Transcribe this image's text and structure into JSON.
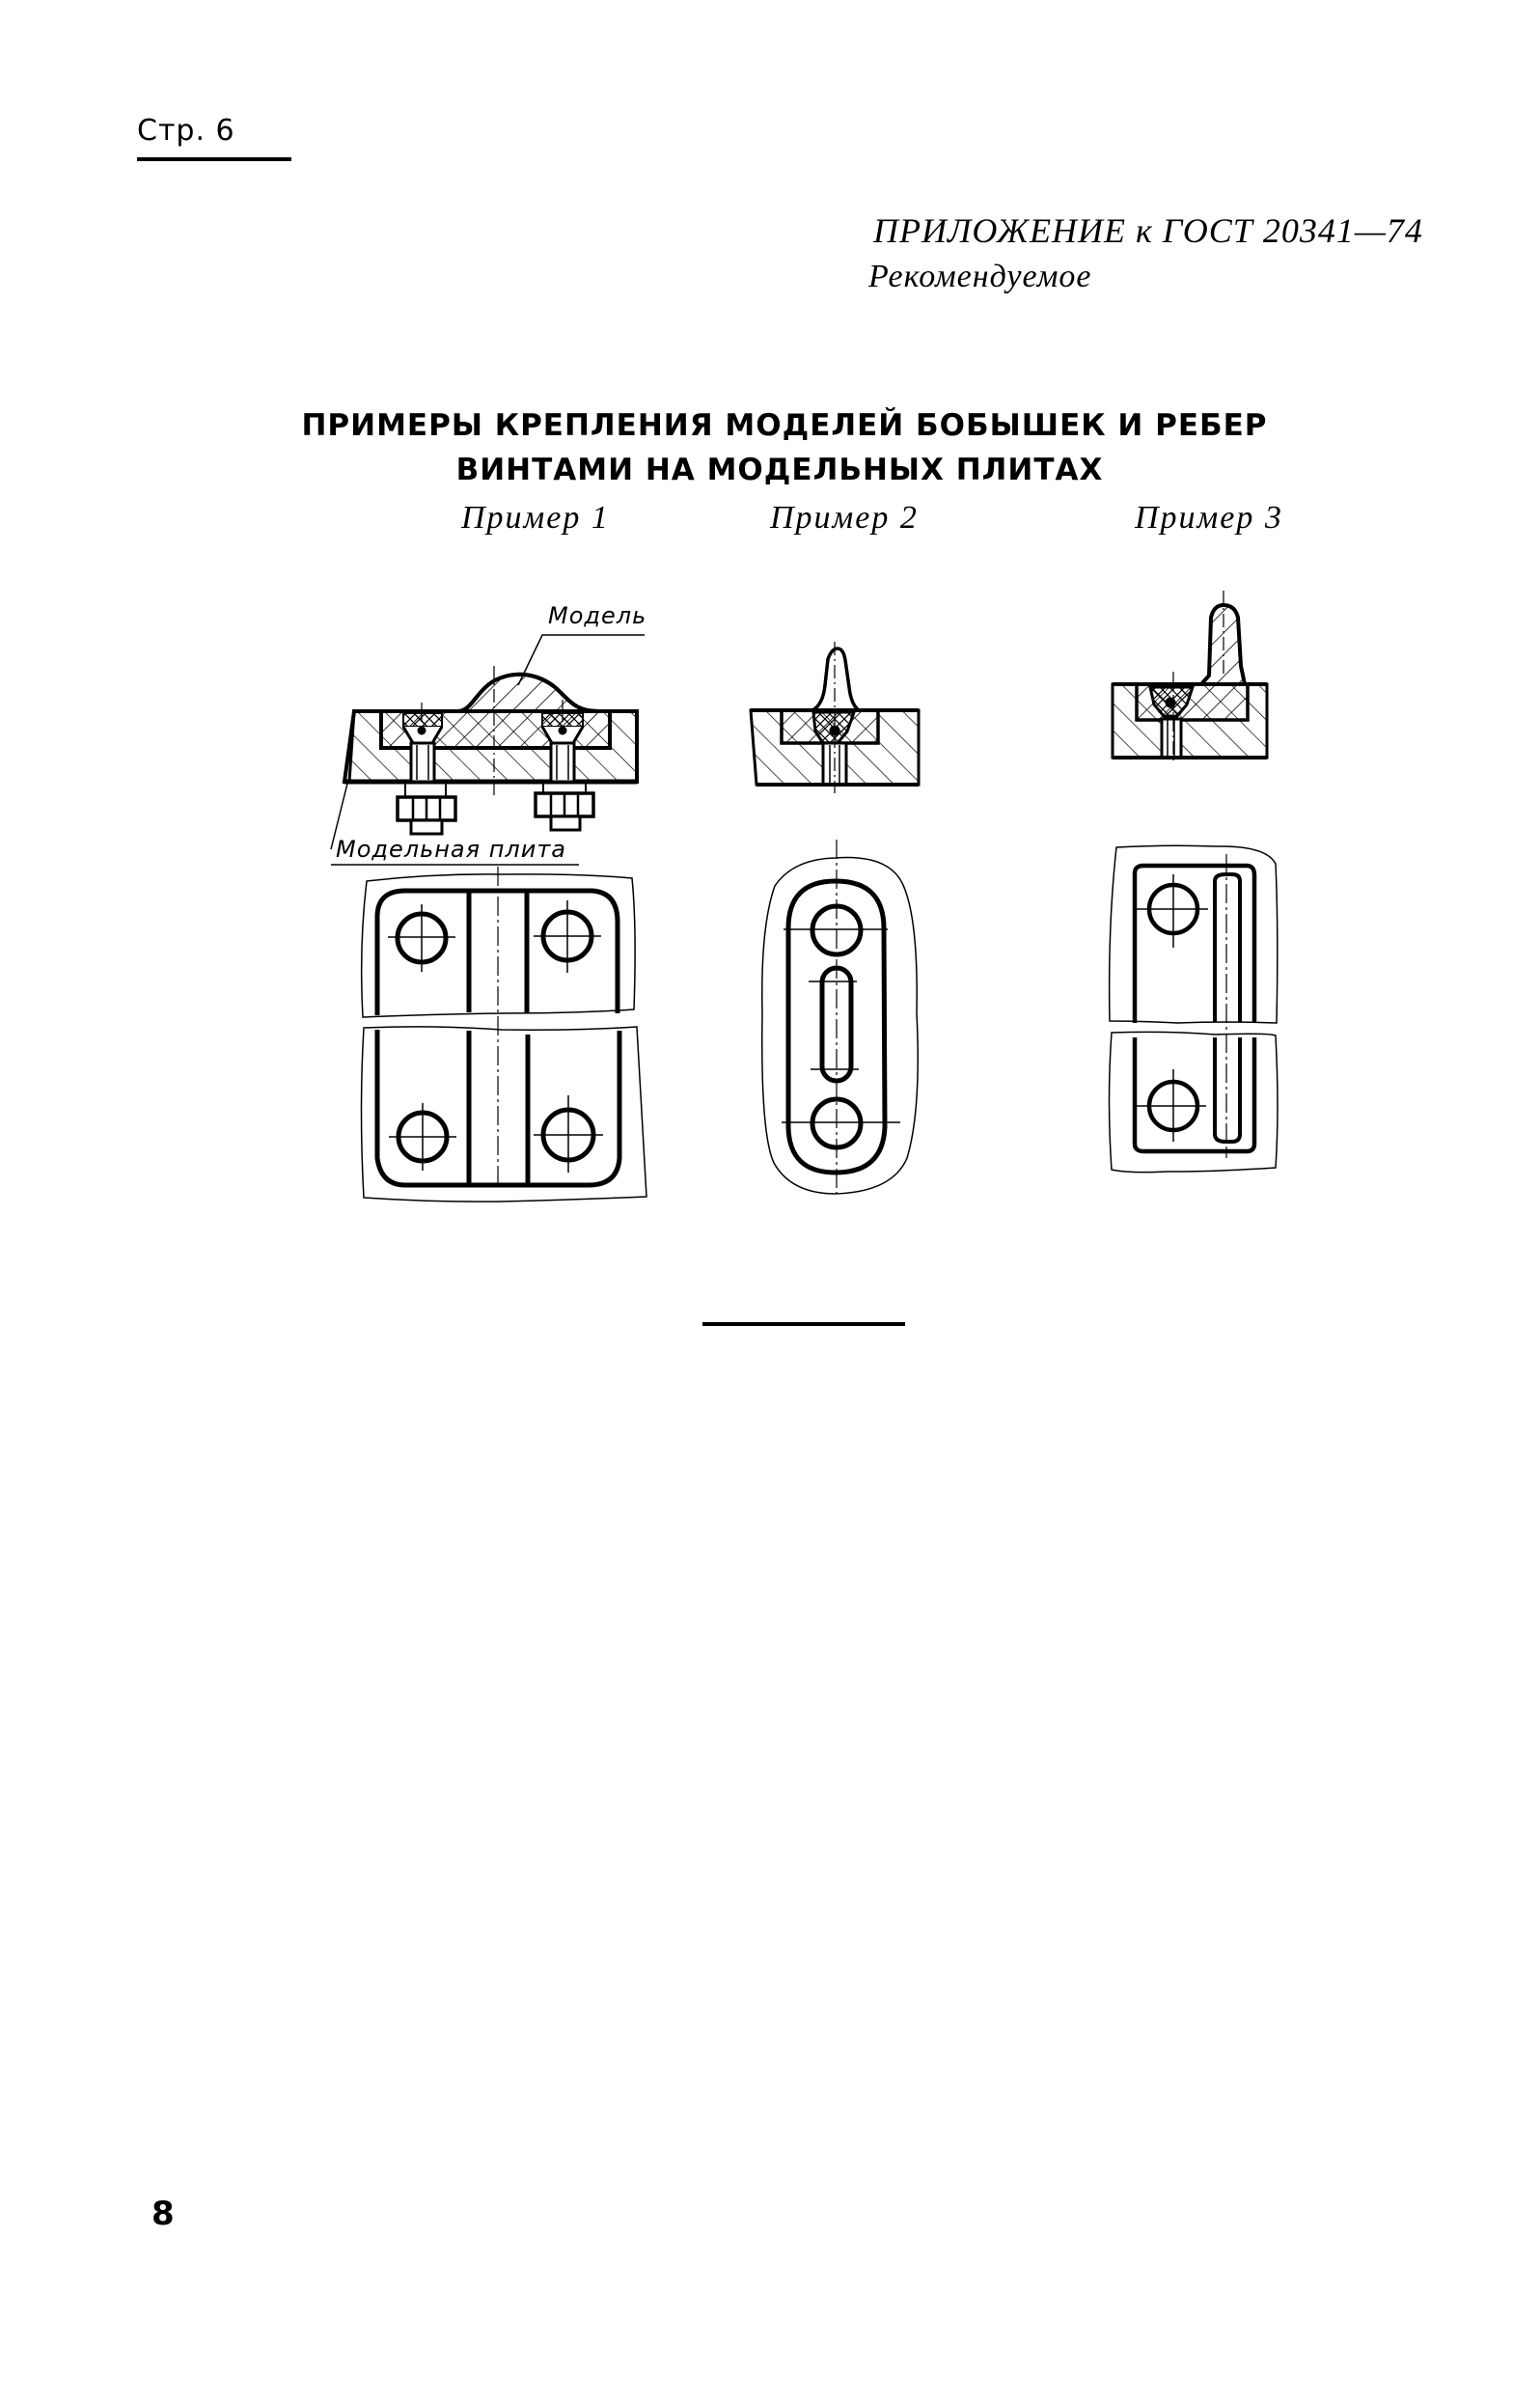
{
  "page": {
    "header": "Стр. 6",
    "number": "8"
  },
  "annex": {
    "title": "ПРИЛОЖЕНИЕ к ГОСТ 20341—74",
    "status": "Рекомендуемое"
  },
  "section": {
    "title_line1": "ПРИМЕРЫ КРЕПЛЕНИЯ МОДЕЛЕЙ БОБЫШЕК И РЕБЕР",
    "title_line2": "ВИНТАМИ НА МОДЕЛЬНЫХ ПЛИТАХ"
  },
  "examples": [
    {
      "label": "Пример 1",
      "callouts": {
        "model": "Модель",
        "plate": "Модельная плита"
      }
    },
    {
      "label": "Пример 2"
    },
    {
      "label": "Пример 3"
    }
  ]
}
